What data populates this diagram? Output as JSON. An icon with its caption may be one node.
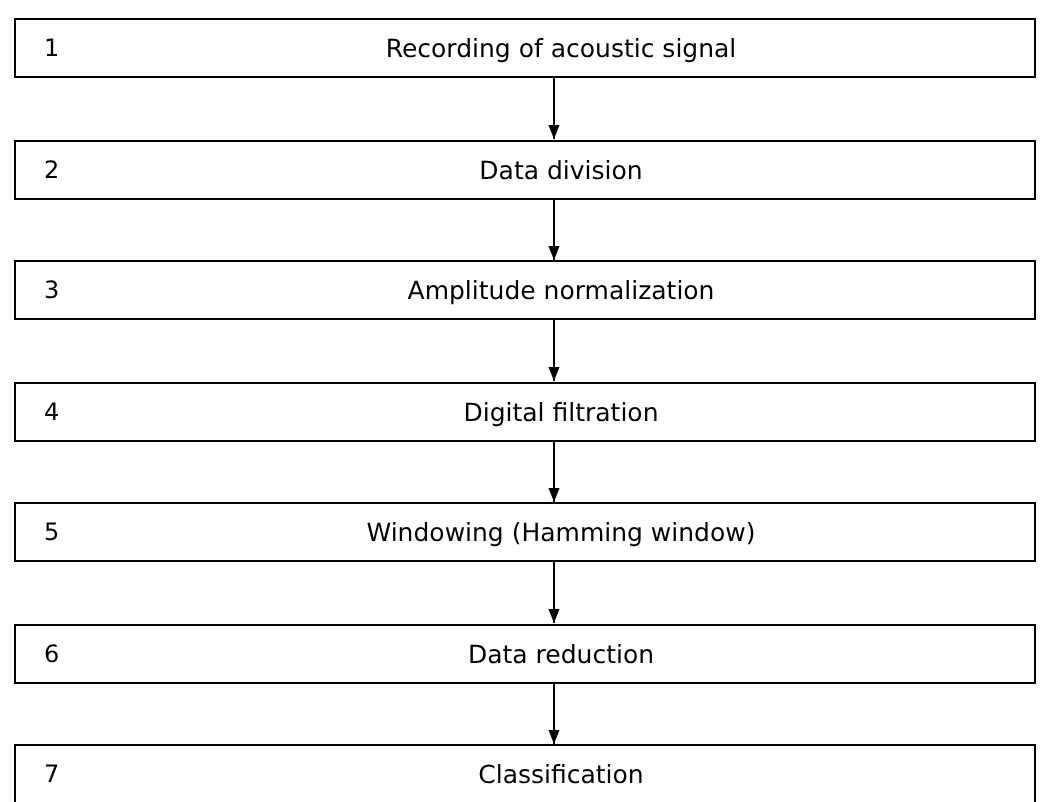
{
  "diagram": {
    "nodes": [
      {
        "text": [
          "1",
          "Recording of acoustic signal"
        ]
      },
      {
        "text": [
          "2",
          "Data division"
        ]
      },
      {
        "text": [
          "3",
          "Amplitude normalization"
        ]
      },
      {
        "text": [
          "4",
          "Digital filtration"
        ]
      },
      {
        "text": [
          "5",
          "Windowing (Hamming window)"
        ]
      },
      {
        "text": [
          "6",
          "Data reduction"
        ]
      },
      {
        "text": [
          "7",
          "Classification"
        ]
      }
    ],
    "edges": [
      {
        "from": 0,
        "to": 1,
        "arrow": "to"
      },
      {
        "from": 1,
        "to": 2,
        "arrow": "to"
      },
      {
        "from": 2,
        "to": 3,
        "arrow": "to"
      },
      {
        "from": 3,
        "to": 4,
        "arrow": "to"
      },
      {
        "from": 4,
        "to": 5,
        "arrow": "to"
      },
      {
        "from": 5,
        "to": 6,
        "arrow": "to"
      }
    ]
  }
}
